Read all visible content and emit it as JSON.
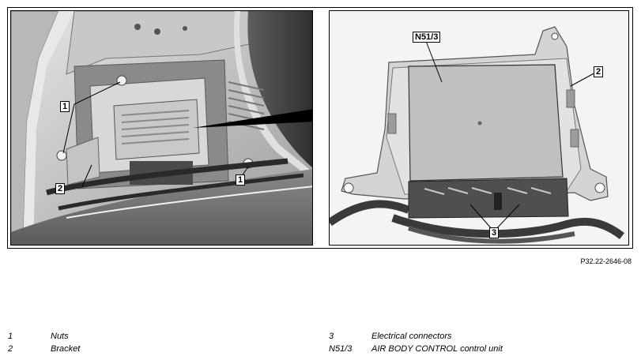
{
  "figure_id": "P32.22-2646-08",
  "callouts": {
    "nuts": "1",
    "bracket": "2",
    "connectors": "3",
    "control_unit": "N51/3"
  },
  "legend": [
    {
      "number": "1",
      "text": "Nuts"
    },
    {
      "number": "2",
      "text": "Bracket"
    },
    {
      "number": "3",
      "text": "Electrical connectors"
    },
    {
      "number": "N51/3",
      "text": "AIR BODY CONTROL control unit"
    }
  ]
}
